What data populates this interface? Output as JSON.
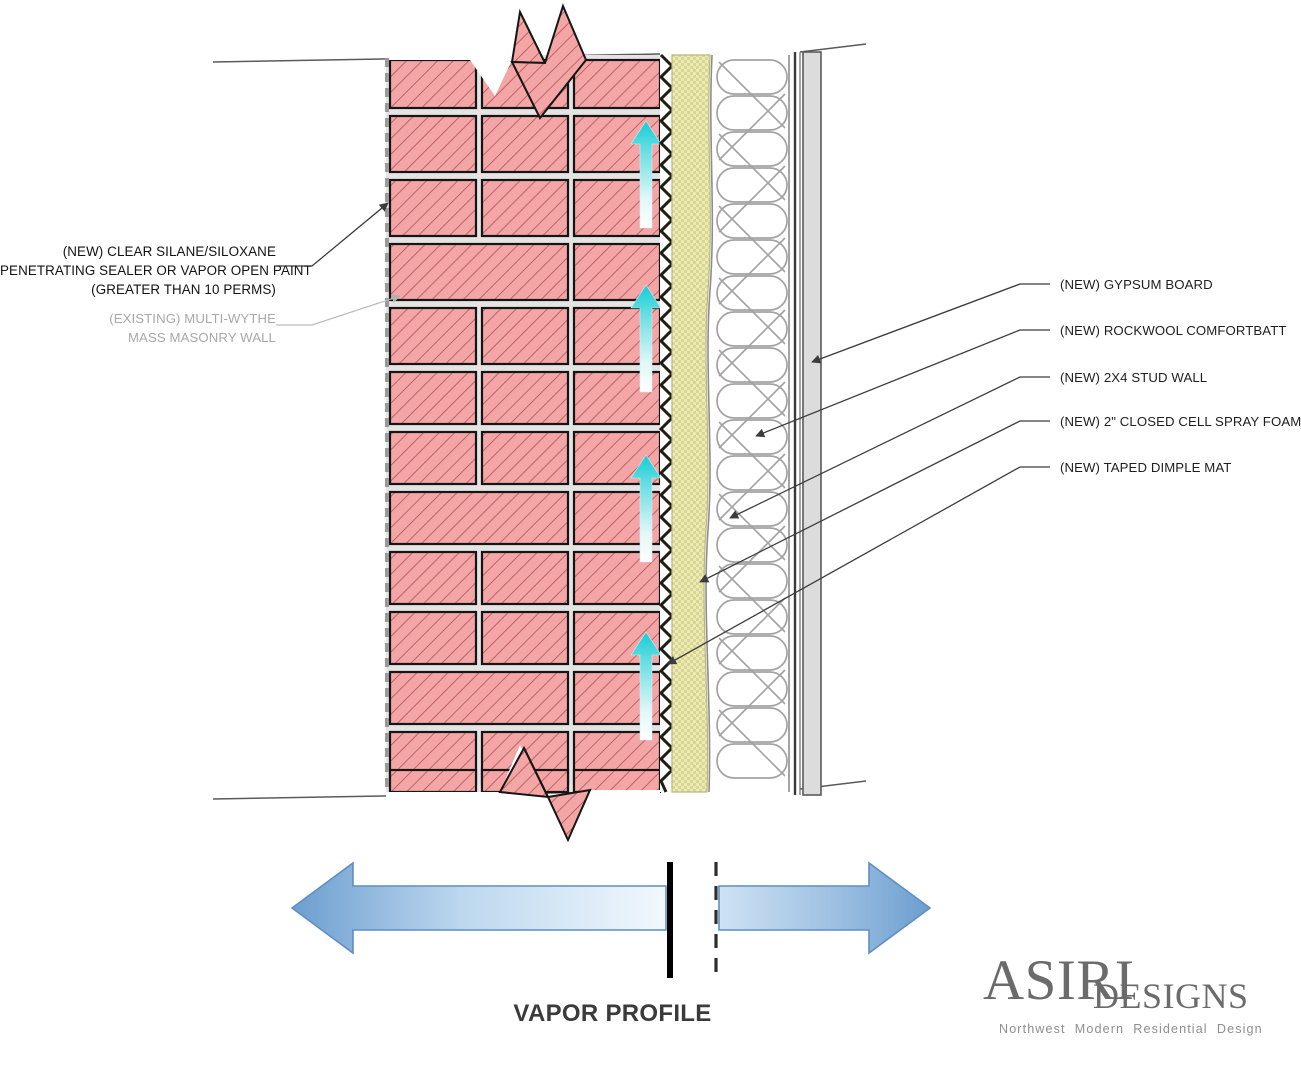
{
  "diagram": {
    "title": "VAPOR PROFILE",
    "type": "wall-section-detail",
    "background_color": "#ffffff"
  },
  "labels_left": [
    {
      "id": "sealer",
      "style": "new",
      "lines": [
        "(NEW) CLEAR SILANE/SILOXANE",
        "PENETRATING SEALER OR VAPOR OPEN PAINT",
        "(GREATER THAN 10 PERMS)"
      ],
      "text": "(NEW) CLEAR SILANE/SILOXANE\nPENETRATING SEALER OR VAPOR OPEN PAINT\n(GREATER THAN 10 PERMS)",
      "color": "#121212",
      "leader_color": "#3c3c3c"
    },
    {
      "id": "masonry",
      "style": "existing",
      "lines": [
        "(EXISTING) MULTI-WYTHE",
        "MASS MASONRY WALL"
      ],
      "text": "(EXISTING) MULTI-WYTHE\nMASS MASONRY WALL",
      "color": "#a8a8a8",
      "leader_color": "#bdbdbd"
    }
  ],
  "labels_right": [
    {
      "id": "gypsum",
      "text": "(NEW) GYPSUM BOARD",
      "color": "#1e1e1e"
    },
    {
      "id": "rockwool",
      "text": "(NEW) ROCKWOOL COMFORTBATT",
      "color": "#1e1e1e"
    },
    {
      "id": "studwall",
      "text": "(NEW) 2X4 STUD WALL",
      "color": "#1e1e1e"
    },
    {
      "id": "sprayfoam",
      "text": "(NEW) 2\" CLOSED CELL SPRAY FOAM",
      "color": "#1e1e1e"
    },
    {
      "id": "dimplemat",
      "text": "(NEW) TAPED DIMPLE MAT",
      "color": "#1e1e1e"
    }
  ],
  "assembly_layers": [
    {
      "name": "clear-sealer-coating",
      "fill": "#b0b0b0",
      "note": "dashed line at exterior face"
    },
    {
      "name": "existing-brick-masonry",
      "fill": "#f4a3a3",
      "hatch": "#b85b5b",
      "outline": "#1a1a1a",
      "mortar": "#e2e2e2"
    },
    {
      "name": "taped-dimple-mat",
      "fill": "#2a2418",
      "note": "sawtooth zigzag profile"
    },
    {
      "name": "closed-cell-spray-foam",
      "fill": "#e8e6b4",
      "stipple": "#c9c77e",
      "thickness": "2\""
    },
    {
      "name": "rockwool-comfortbatt",
      "fill": "#ffffff",
      "outline": "#9a9a9a"
    },
    {
      "name": "2x4-stud-wall",
      "fill": "#ffffff",
      "outline": "#4a4a4a"
    },
    {
      "name": "gypsum-board",
      "fill": "#dcdcdc",
      "outline": "#4a4a4a"
    }
  ],
  "vapor_arrows": {
    "count": 4,
    "direction": "up",
    "tip_color": "#25d3d9",
    "tail_color": "#ffffff",
    "description": "upward vapor drive arrows within masonry"
  },
  "vapor_profile_graphic": {
    "left_arrow_direction": "left",
    "right_arrow_direction": "right",
    "fill_start": "#6f9fd0",
    "fill_mid": "#eaf3fb",
    "fill_end": "#6f9fd0",
    "outline": "#4b7fb5",
    "solid_barrier_color": "#000000",
    "dashed_barrier_color": "#333333"
  },
  "logo": {
    "main": "ASIRI",
    "sub": "DESIGNS",
    "tagline": "Northwest  Modern  Residential  Design",
    "color": "#6b6b6b",
    "tagline_color": "#8e8e8e"
  }
}
